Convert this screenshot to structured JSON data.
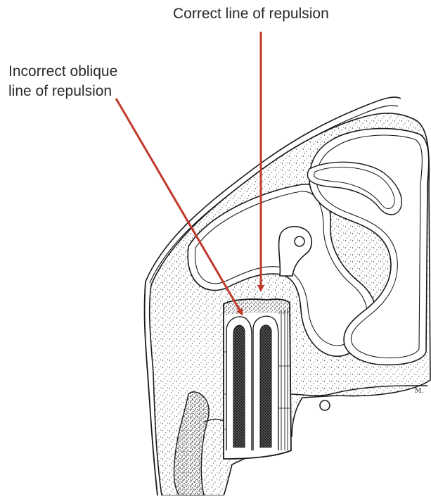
{
  "labels": {
    "correct": "Correct line of repulsion",
    "incorrect_line1": "Incorrect oblique",
    "incorrect_line2": "line of repulsion"
  },
  "signature": "M.",
  "colors": {
    "arrow": "#c0392b",
    "ink": "#1a1a1a",
    "background": "#ffffff"
  }
}
